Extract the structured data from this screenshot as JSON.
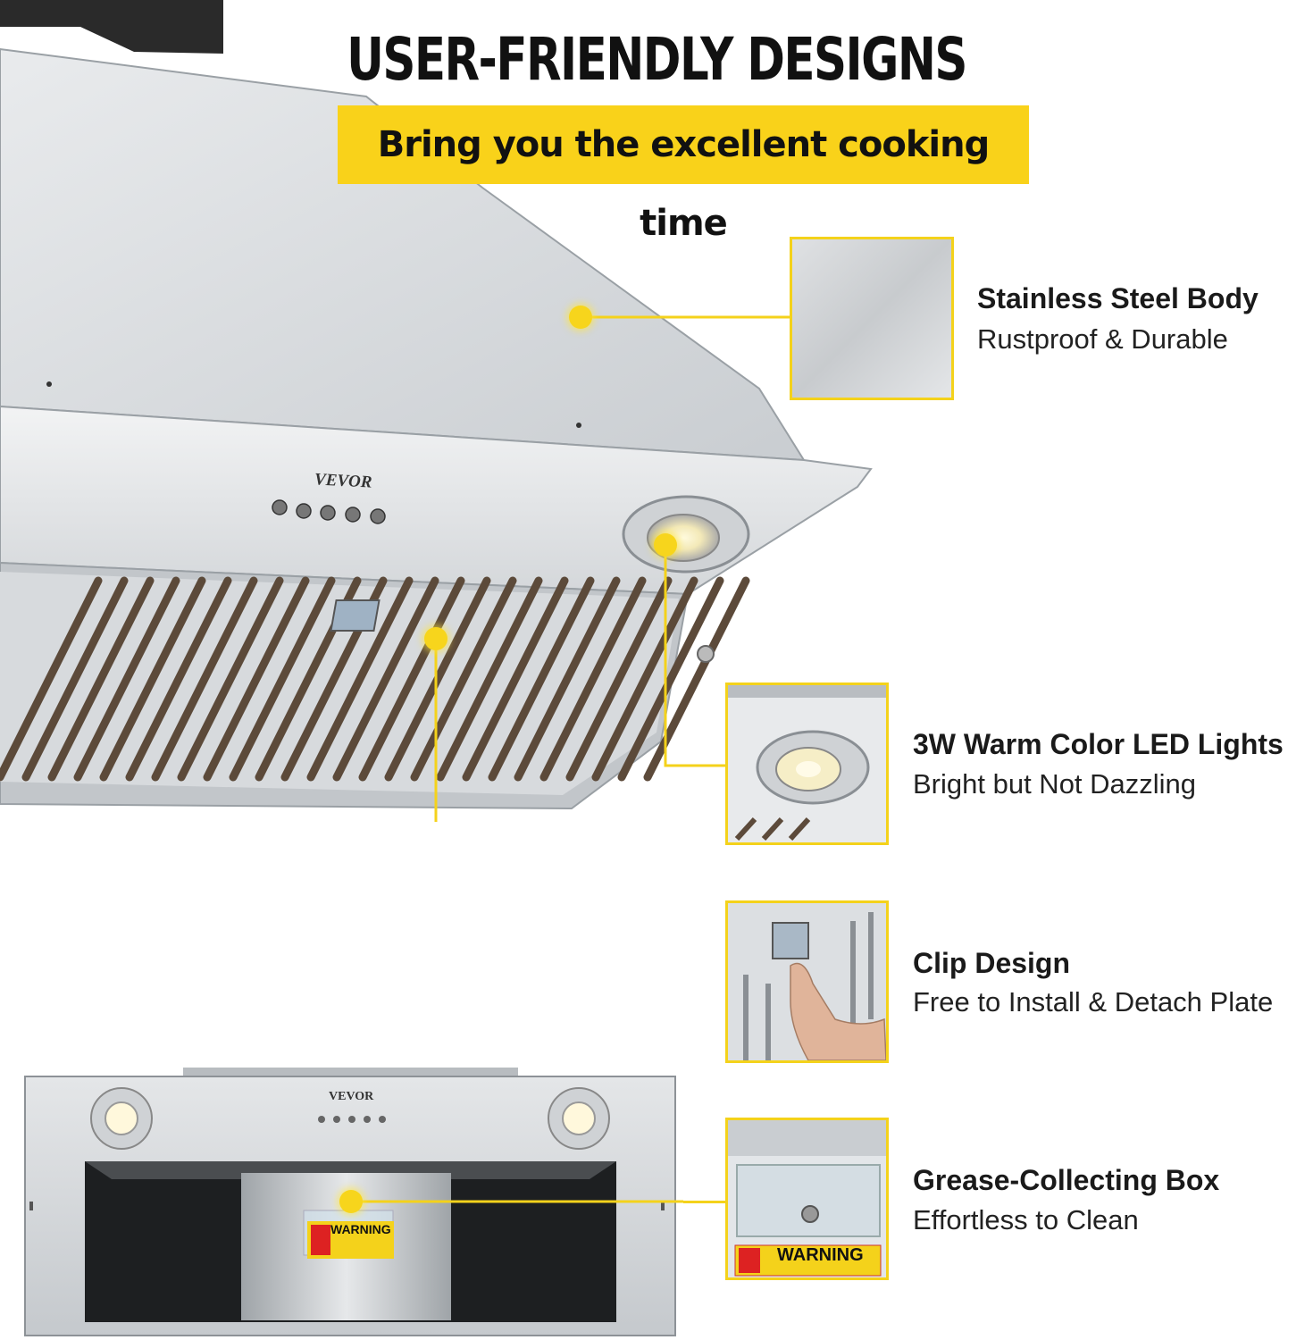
{
  "header": {
    "title": "USER-FRIENDLY DESIGNS",
    "subtitle": "Bring you the excellent cooking time"
  },
  "product": {
    "brand": "VEVOR",
    "warning_label": "WARNING"
  },
  "features": [
    {
      "title": "Stainless Steel Body",
      "subtitle": "Rustproof & Durable"
    },
    {
      "title": "3W Warm Color LED Lights",
      "subtitle": "Bright but Not Dazzling"
    },
    {
      "title": "Clip Design",
      "subtitle": "Free to Install & Detach Plate"
    },
    {
      "title": "Grease-Collecting Box",
      "subtitle": "Effortless to Clean"
    }
  ],
  "colors": {
    "accent": "#f4d21b",
    "steel": "#d9dcdf",
    "text": "#111111"
  }
}
